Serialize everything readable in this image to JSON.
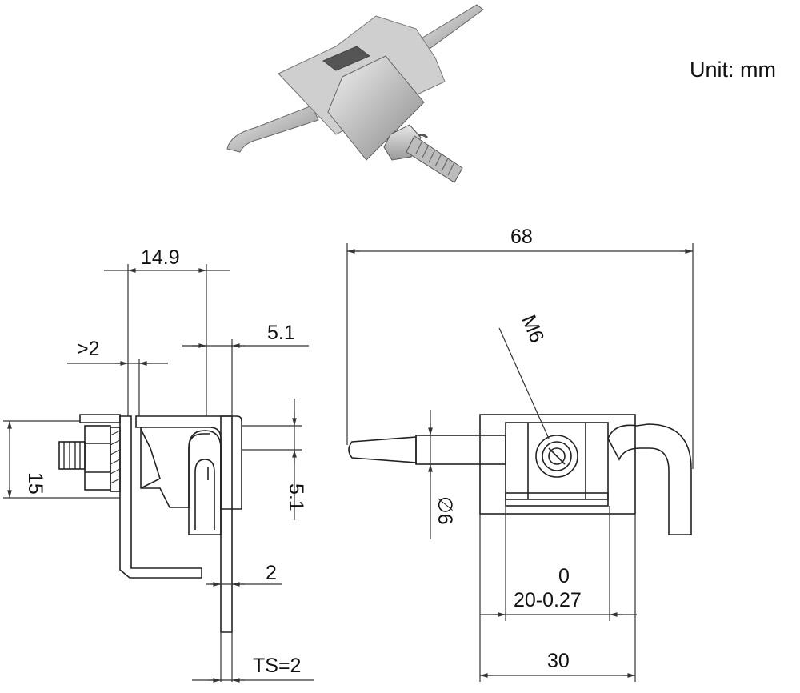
{
  "unit_label": "Unit: mm",
  "dimensions": {
    "total_length": "68",
    "width_14_9": "14.9",
    "offset_5_1": "5.1",
    "gap_gt2": ">2",
    "height_15": "15",
    "height_5_1": "5.1",
    "thickness_2": "2",
    "ts": "TS=2",
    "thread": "M6",
    "pin_dia": "∅6",
    "tol_upper": "0",
    "tol_main": "20-0.27",
    "body_30": "30"
  },
  "colors": {
    "line": "#222222",
    "steel_light": "#e6e6e6",
    "steel_mid": "#b5b5b5",
    "steel_dark": "#7d7d7d"
  }
}
